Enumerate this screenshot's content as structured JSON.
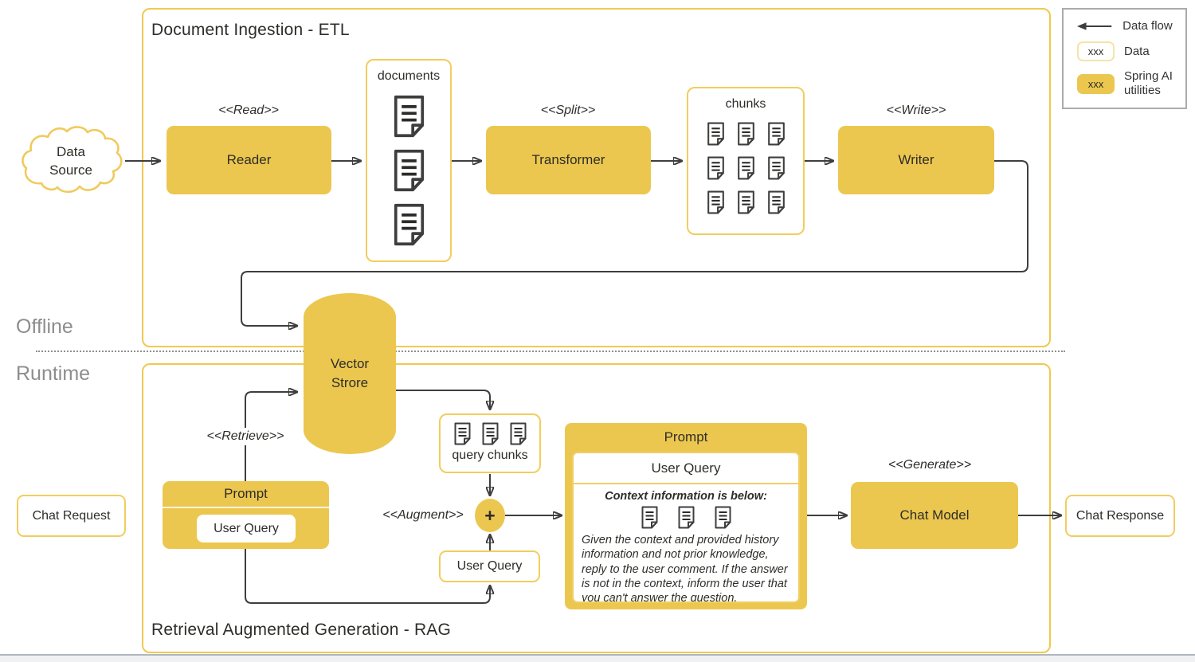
{
  "colors": {
    "yellow_fill": "#ecc74f",
    "yellow_border": "#f2cd5e",
    "pale_yellow_border": "#f6e3a9",
    "line": "#3e3e3e",
    "gray_text": "#8d8d8d",
    "text": "#2e2d29",
    "legend_border": "#ababab"
  },
  "offline_label": "Offline",
  "runtime_label": "Runtime",
  "etl": {
    "title": "Document Ingestion - ETL",
    "data_source": {
      "line1": "Data",
      "line2": "Source"
    },
    "read_stereotype": "<<Read>>",
    "reader_label": "Reader",
    "documents_label": "documents",
    "split_stereotype": "<<Split>>",
    "transformer_label": "Transformer",
    "chunks_label": "chunks",
    "write_stereotype": "<<Write>>",
    "writer_label": "Writer"
  },
  "vector_store": {
    "line1": "Vector",
    "line2": "Strore"
  },
  "rag": {
    "title": "Retrieval Augmented Generation - RAG",
    "chat_request_label": "Chat Request",
    "retrieve_stereotype": "<<Retrieve>>",
    "augment_stereotype": "<<Augment>>",
    "generate_stereotype": "<<Generate>>",
    "prompt_small": {
      "title": "Prompt",
      "user_query_label": "User Query"
    },
    "query_chunks_label": "query chunks",
    "plus_label": "+",
    "user_query_label": "User Query",
    "prompt_big": {
      "title": "Prompt",
      "user_query_label": "User Query",
      "context_heading": "Context information is below:",
      "instructions": "Given the context and provided history information and not prior knowledge, reply to the user comment. If the answer is not in the context, inform the user that you can't answer the question."
    },
    "chat_model_label": "Chat Model",
    "chat_response_label": "Chat Response"
  },
  "legend": {
    "data_flow_label": "Data flow",
    "data_sample": "xxx",
    "data_label": "Data",
    "spring_sample": "xxx",
    "spring_label": "Spring AI utilities"
  }
}
